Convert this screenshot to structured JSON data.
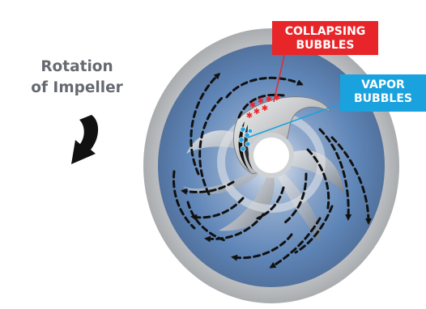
{
  "rotation_label": {
    "line1": "Rotation",
    "line2": "of Impeller"
  },
  "callouts": {
    "collapsing": {
      "line1": "COLLAPSING",
      "line2": "BUBBLES",
      "color": "#e8262a"
    },
    "vapor": {
      "line1": "VAPOR",
      "line2": "BUBBLES",
      "color": "#19a2dd"
    }
  },
  "colors": {
    "outer_ring": "#b9bcbf",
    "pump_casing": "#5f86b8",
    "impeller_gray": "#9a9da0",
    "flow_arrows": "#111111"
  }
}
